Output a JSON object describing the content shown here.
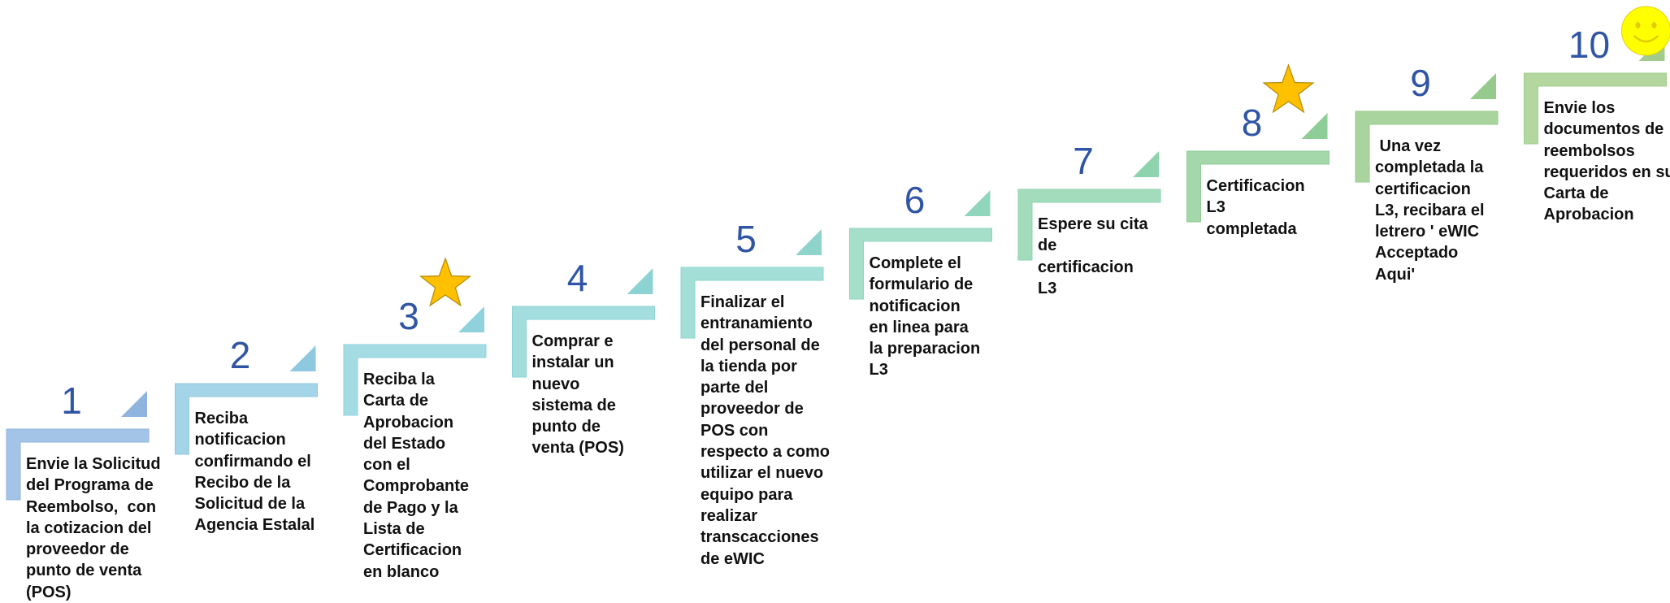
{
  "colors": {
    "number_text": "#2f55a4",
    "body_text": "#111111",
    "star_fill": "#ffc000",
    "smiley_fill": "#ffff00",
    "steps": [
      "#a3c4e6",
      "#a4d4e8",
      "#a4dce4",
      "#a3dddd",
      "#a3ded7",
      "#a5dec9",
      "#a3dcbc",
      "#a4d7a9",
      "#a9d49e",
      "#b3d79e"
    ],
    "steps_dark": [
      "#8fb5df",
      "#8ec9df",
      "#8fd2dc",
      "#8ed3d3",
      "#8ed4cc",
      "#8fd6bd",
      "#8dd3ae",
      "#8fcd98",
      "#96c98c",
      "#a3cc8c"
    ]
  },
  "steps": [
    {
      "number": "1",
      "text": "Envie la Solicitud\ndel Programa de\nReembolso,  con\nla cotizacion del\nproveedor de\npunto de venta\n(POS)"
    },
    {
      "number": "2",
      "text": "Reciba\nnotificacion\nconfirmando el\nRecibo de la\nSolicitud de la\nAgencia Estalal"
    },
    {
      "number": "3",
      "text": "Reciba la\nCarta de\nAprobacion\ndel Estado\ncon el\nComprobante\nde Pago y la\nLista de\nCertificacion\nen blanco"
    },
    {
      "number": "4",
      "text": "Comprar e\ninstalar un\nnuevo\nsistema de\npunto de\nventa (POS)"
    },
    {
      "number": "5",
      "text": "Finalizar el\nentranamiento\ndel personal de\nla tienda por\nparte del\nproveedor de\nPOS con\nrespecto a como\nutilizar el nuevo\nequipo para\nrealizar\ntranscacciones\nde eWIC"
    },
    {
      "number": "6",
      "text": "Complete el\nformulario de\nnotificacion\nen linea para\nla preparacion\nL3"
    },
    {
      "number": "7",
      "text": "Espere su cita\nde\ncertificacion\nL3"
    },
    {
      "number": "8",
      "text": "Certificacion\nL3\ncompletada"
    },
    {
      "number": "9",
      "text": " Una vez\ncompletada la\ncertificacion\nL3, recibara el\nletrero ' eWIC\nAcceptado\nAqui'"
    },
    {
      "number": "10",
      "text": "Envie los\ndocumentos de\nreembolsos\nrequeridos en su\nCarta de\nAprobacion"
    }
  ],
  "milestones": [
    {
      "step": "3",
      "icon": "star-icon"
    },
    {
      "step": "8",
      "icon": "star-icon"
    },
    {
      "step": "10",
      "icon": "smiley-icon"
    }
  ]
}
